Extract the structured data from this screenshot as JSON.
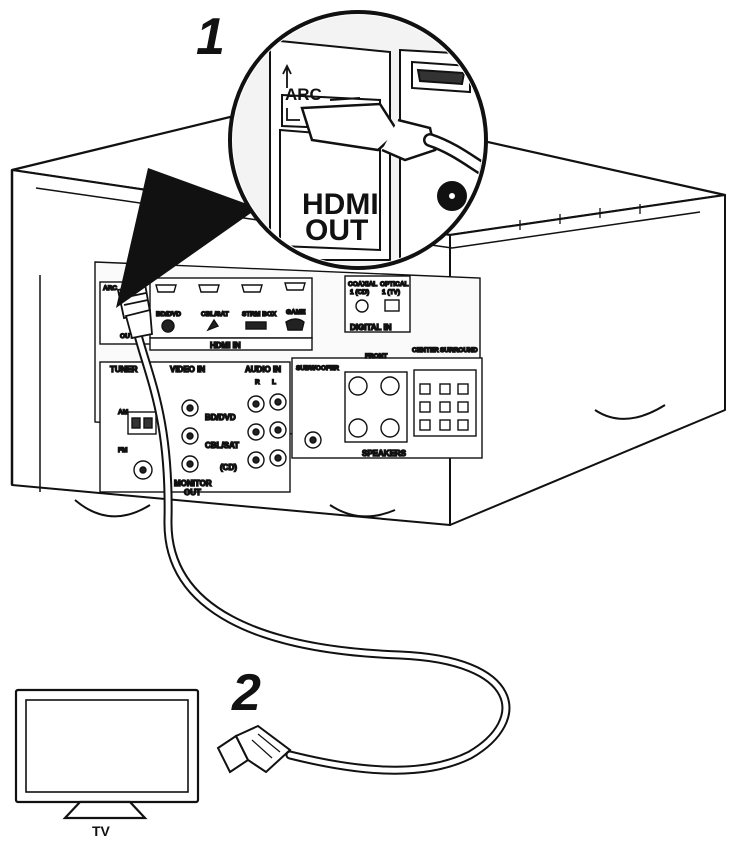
{
  "steps": {
    "step1": "1",
    "step2": "2"
  },
  "callout": {
    "arc": "ARC",
    "hdmi_out_line1": "HDMI",
    "hdmi_out_line2": "OUT"
  },
  "receiver": {
    "hdmi_in_title": "HDMI IN",
    "hdmi_inputs": [
      "BD/DVD",
      "CBL/SAT",
      "STRM BOX",
      "GAME"
    ],
    "hdmi_out_small": "OUT",
    "arc_small": "ARC",
    "digital_in_title": "DIGITAL IN",
    "coaxial_label": "COAXIAL",
    "coaxial_sub": "1 (CD)",
    "optical_label": "OPTICAL",
    "optical_sub": "1 (TV)",
    "tuner_label": "TUNER",
    "am_label": "AM",
    "fm_label": "FM",
    "video_in_label": "VIDEO IN",
    "audio_in_label": "AUDIO IN",
    "audio_r": "R",
    "audio_l": "L",
    "video_rows": [
      "BD/DVD",
      "CBL/SAT",
      "(CD)"
    ],
    "monitor_out_line1": "MONITOR",
    "monitor_out_line2": "OUT",
    "subwoofer_label": "SUBWOOFER",
    "front_label": "FRONT",
    "center_label": "CENTER",
    "surround_label": "SURROUND",
    "speakers_label": "SPEAKERS"
  },
  "tv": {
    "label": "TV"
  }
}
